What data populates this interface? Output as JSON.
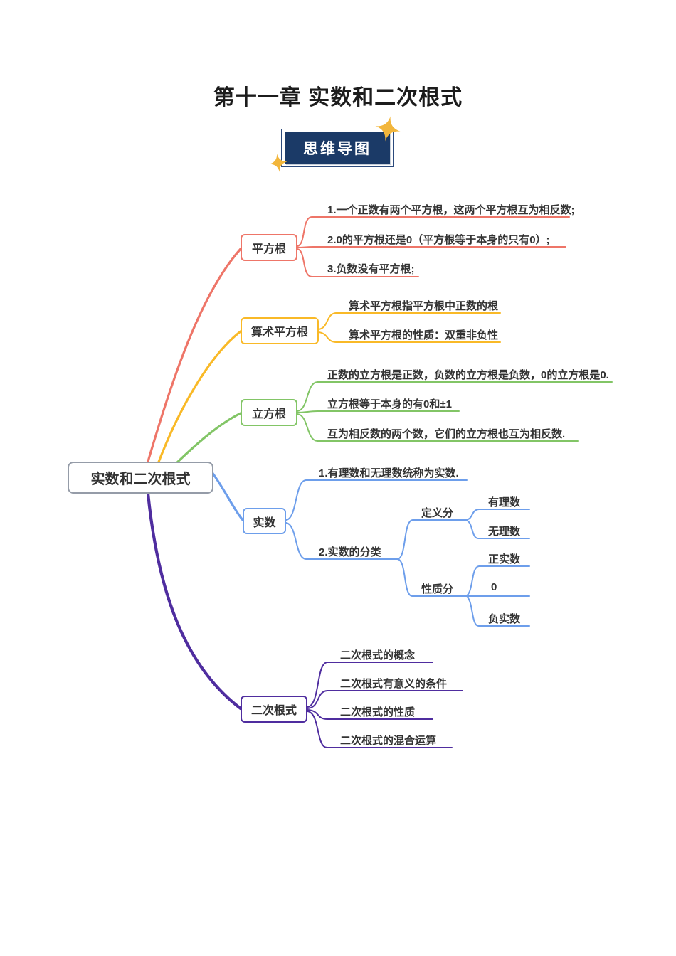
{
  "title": "第十一章 实数和二次根式",
  "badge": {
    "label": "思维导图",
    "background": "#1b3a67",
    "star_color": "#f2b63c"
  },
  "mindmap": {
    "root": "实数和二次根式",
    "branches": [
      {
        "label": "平方根",
        "color": "#ee7568",
        "leaves": [
          "1.一个正数有两个平方根，这两个平方根互为相反数;",
          "2.0的平方根还是0（平方根等于本身的只有0）;",
          "3.负数没有平方根;"
        ]
      },
      {
        "label": "算术平方根",
        "color": "#f9b927",
        "leaves": [
          "算术平方根指平方根中正数的根",
          "算术平方根的性质：双重非负性"
        ]
      },
      {
        "label": "立方根",
        "color": "#82c566",
        "leaves": [
          "正数的立方根是正数，负数的立方根是负数，0的立方根是0.",
          "立方根等于本身的有0和±1",
          "互为相反数的两个数，它们的立方根也互为相反数."
        ]
      },
      {
        "label": "实数",
        "color": "#6d9eeb",
        "leaves": [
          "1.有理数和无理数统称为实数.",
          "2.实数的分类"
        ],
        "groups": [
          {
            "label": "定义分",
            "children": [
              "有理数",
              "无理数"
            ]
          },
          {
            "label": "性质分",
            "children": [
              "正实数",
              "0",
              "负实数"
            ]
          }
        ]
      },
      {
        "label": "二次根式",
        "color": "#4f2d9f",
        "leaves": [
          "二次根式的概念",
          "二次根式有意义的条件",
          "二次根式的性质",
          "二次根式的混合运算"
        ]
      }
    ]
  }
}
